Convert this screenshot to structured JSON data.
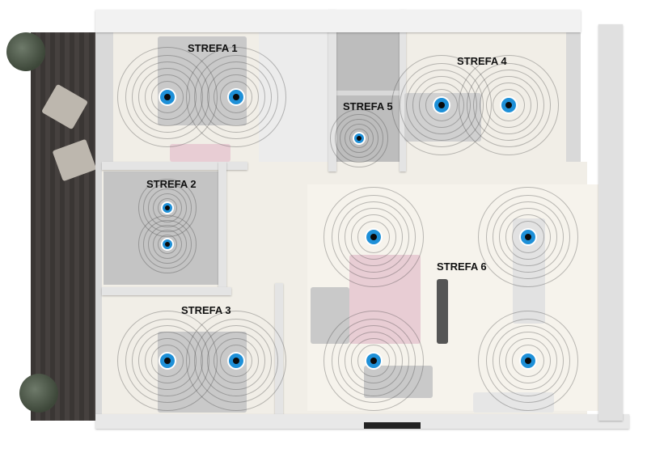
{
  "zones": [
    {
      "id": 1,
      "label": "STREFA 1"
    },
    {
      "id": 2,
      "label": "STREFA 2"
    },
    {
      "id": 3,
      "label": "STREFA 3"
    },
    {
      "id": 4,
      "label": "STREFA 4"
    },
    {
      "id": 5,
      "label": "STREFA 5"
    },
    {
      "id": 6,
      "label": "STREFA 6"
    }
  ],
  "colors": {
    "speaker": "#1e90d8",
    "floor": "#f1eee7",
    "terrace": "#3e3a38",
    "accent_furniture": "#e8cdd4"
  }
}
